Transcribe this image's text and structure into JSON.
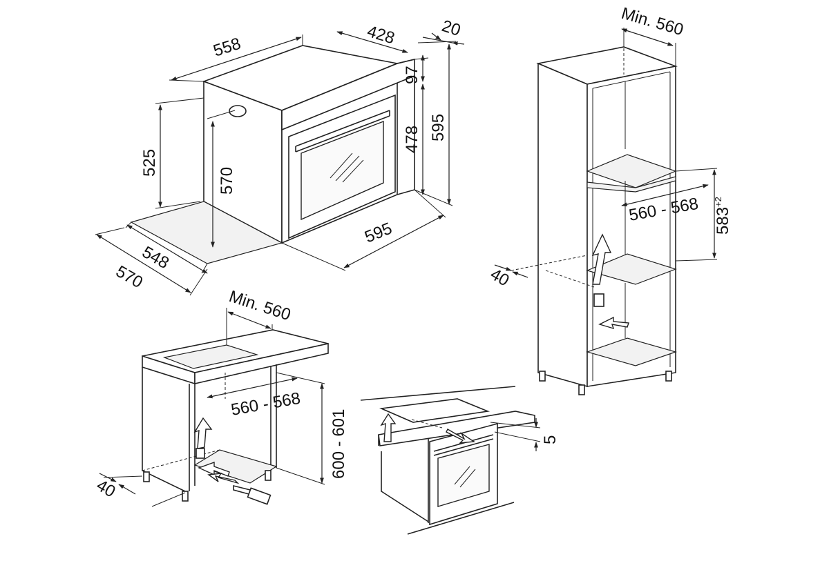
{
  "oven": {
    "dim_width_top": "558",
    "dim_depth_top": "428",
    "dim_panel": "20",
    "dim_panel_height": "97",
    "dim_door_height": "478",
    "dim_front_height": "595",
    "dim_front_width": "595",
    "dim_body_height": "525",
    "dim_side_height": "570",
    "dim_bottom_depth": "548",
    "dim_total_depth": "570"
  },
  "column": {
    "min_width": "Min. 560",
    "niche_width": "560 - 568",
    "niche_height": "583",
    "niche_height_tol": "+2",
    "gap": "40"
  },
  "undercounter": {
    "min_width": "Min. 560",
    "niche_width": "560 - 568",
    "niche_height": "600 - 601",
    "gap": "40"
  },
  "hob_section": {
    "gap": "5"
  }
}
